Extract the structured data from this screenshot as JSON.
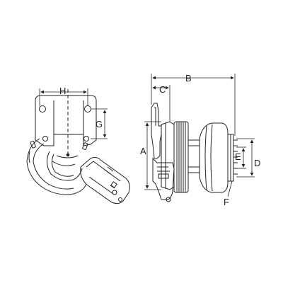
{
  "figure": {
    "labels": {
      "A": "A",
      "B": "B",
      "C": "C",
      "D": "D",
      "E": "E",
      "F": "F",
      "G": "G",
      "H": "H"
    }
  }
}
